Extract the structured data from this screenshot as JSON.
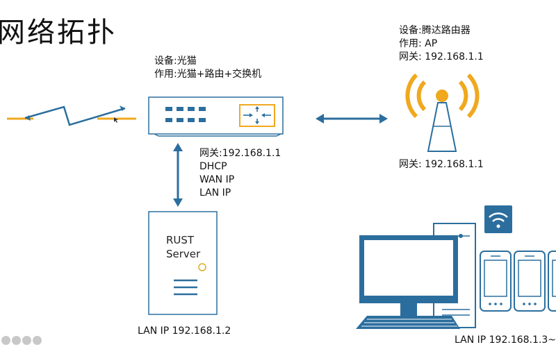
{
  "title": "网络拓扑",
  "modem": {
    "lines": [
      "设备:光猫",
      "作用:光猫+路由+交换机"
    ]
  },
  "router": {
    "lines": [
      "设备:腾达路由器",
      "作用: AP",
      "网关: 192.168.1.1"
    ],
    "gateway_below": "网关: 192.168.1.1"
  },
  "modem_services": {
    "lines": [
      "网关:192.168.1.1",
      "DHCP",
      "WAN IP",
      "LAN IP"
    ]
  },
  "server": {
    "label_line1": "RUST",
    "label_line2": "Server",
    "lan_ip": "LAN IP 192.168.1.2"
  },
  "clients": {
    "lan_ip": "LAN IP 192.168.1.3~"
  },
  "colors": {
    "accent_blue": "#2b6e9e",
    "fiber_yellow": "#f0a81e",
    "router_orange": "#f0a81e",
    "wifi_badge": "#2b6e9e"
  },
  "icons": [
    "lightning-icon",
    "modem-icon",
    "router-icon",
    "server-icon",
    "desktop-icon",
    "phone-icon",
    "wifi-icon"
  ]
}
